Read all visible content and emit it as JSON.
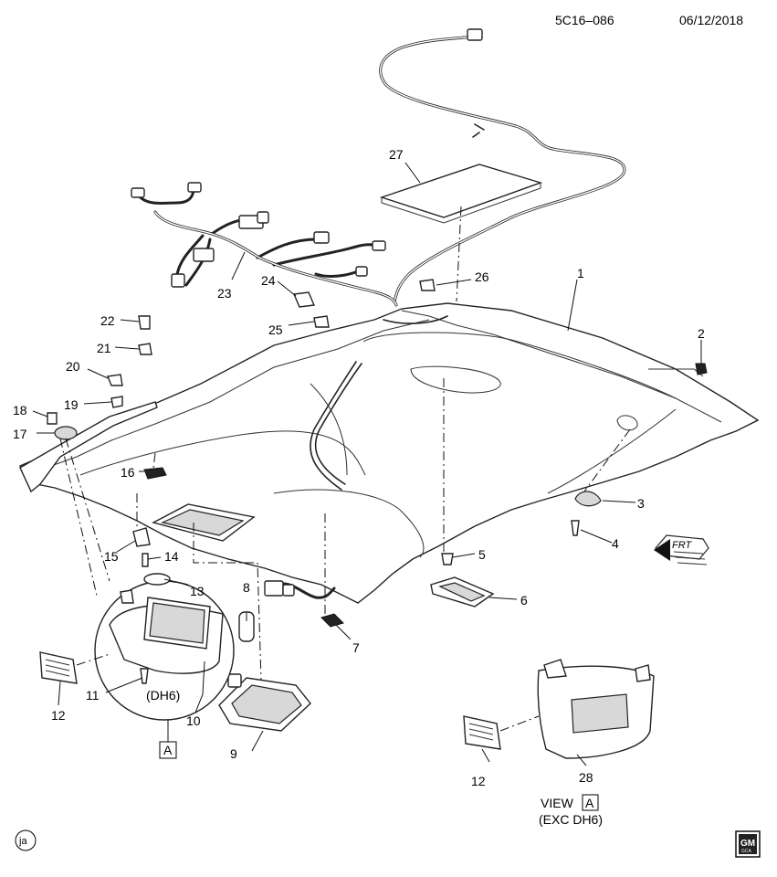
{
  "header": {
    "code": "5C16–086",
    "date": "06/12/2018"
  },
  "callouts": [
    "1",
    "2",
    "3",
    "4",
    "5",
    "6",
    "7",
    "8",
    "9",
    "10",
    "11",
    "12",
    "13",
    "14",
    "15",
    "16",
    "17",
    "18",
    "19",
    "20",
    "21",
    "22",
    "23",
    "24",
    "25",
    "26",
    "27",
    "28",
    "12"
  ],
  "labels": {
    "dh6": "(DH6)",
    "view_box_letter": "A",
    "view": "VIEW",
    "view_letter": "A",
    "exc": "(EXC DH6)",
    "frt": "FRT",
    "ja": "ja"
  },
  "logo": {
    "top": "GM",
    "bottom": "GCA"
  },
  "icons": [
    "front-direction-arrow-icon",
    "gm-logo-icon"
  ]
}
